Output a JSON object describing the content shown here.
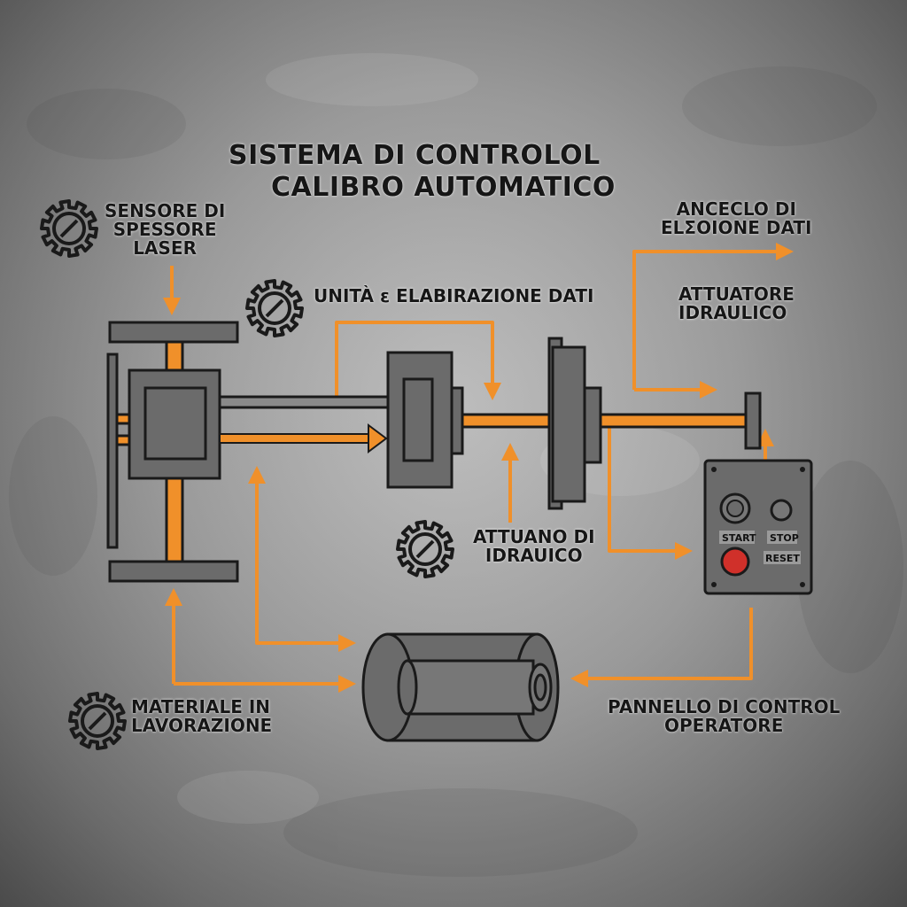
{
  "title": {
    "line1": "SISTEMA DI CONTROLOL",
    "line2": "CALIBRO AUTOMATICO"
  },
  "labels": {
    "sensor": [
      "SENSORE DI",
      "SPESSORE",
      "LASER"
    ],
    "processing_unit": "UNITÀ ε ELABIRAZIONE DATI",
    "data_link": [
      "ANCECLO DI",
      "ELΣOIONE DATI"
    ],
    "hydraulic_actuator_top": [
      "ATTUATORE",
      "IDRAULICO"
    ],
    "hydraulic_actuator_bottom": [
      "ATTUANO DI",
      "IDRAUICO"
    ],
    "material": [
      "MATERIALE IN",
      "LAVORAZIONE"
    ],
    "operator_panel": [
      "PANNELLO DI CONTROL",
      "OPERATORE"
    ]
  },
  "panel_buttons": {
    "start": "START",
    "stop": "STOP",
    "reset": "RESET"
  },
  "colors": {
    "accent": "#F0902A",
    "machine": "#6B6B6B",
    "outline": "#1A1A1A",
    "emergency": "#D0302A"
  },
  "icons": [
    "gear-icon",
    "arrow-icon"
  ]
}
